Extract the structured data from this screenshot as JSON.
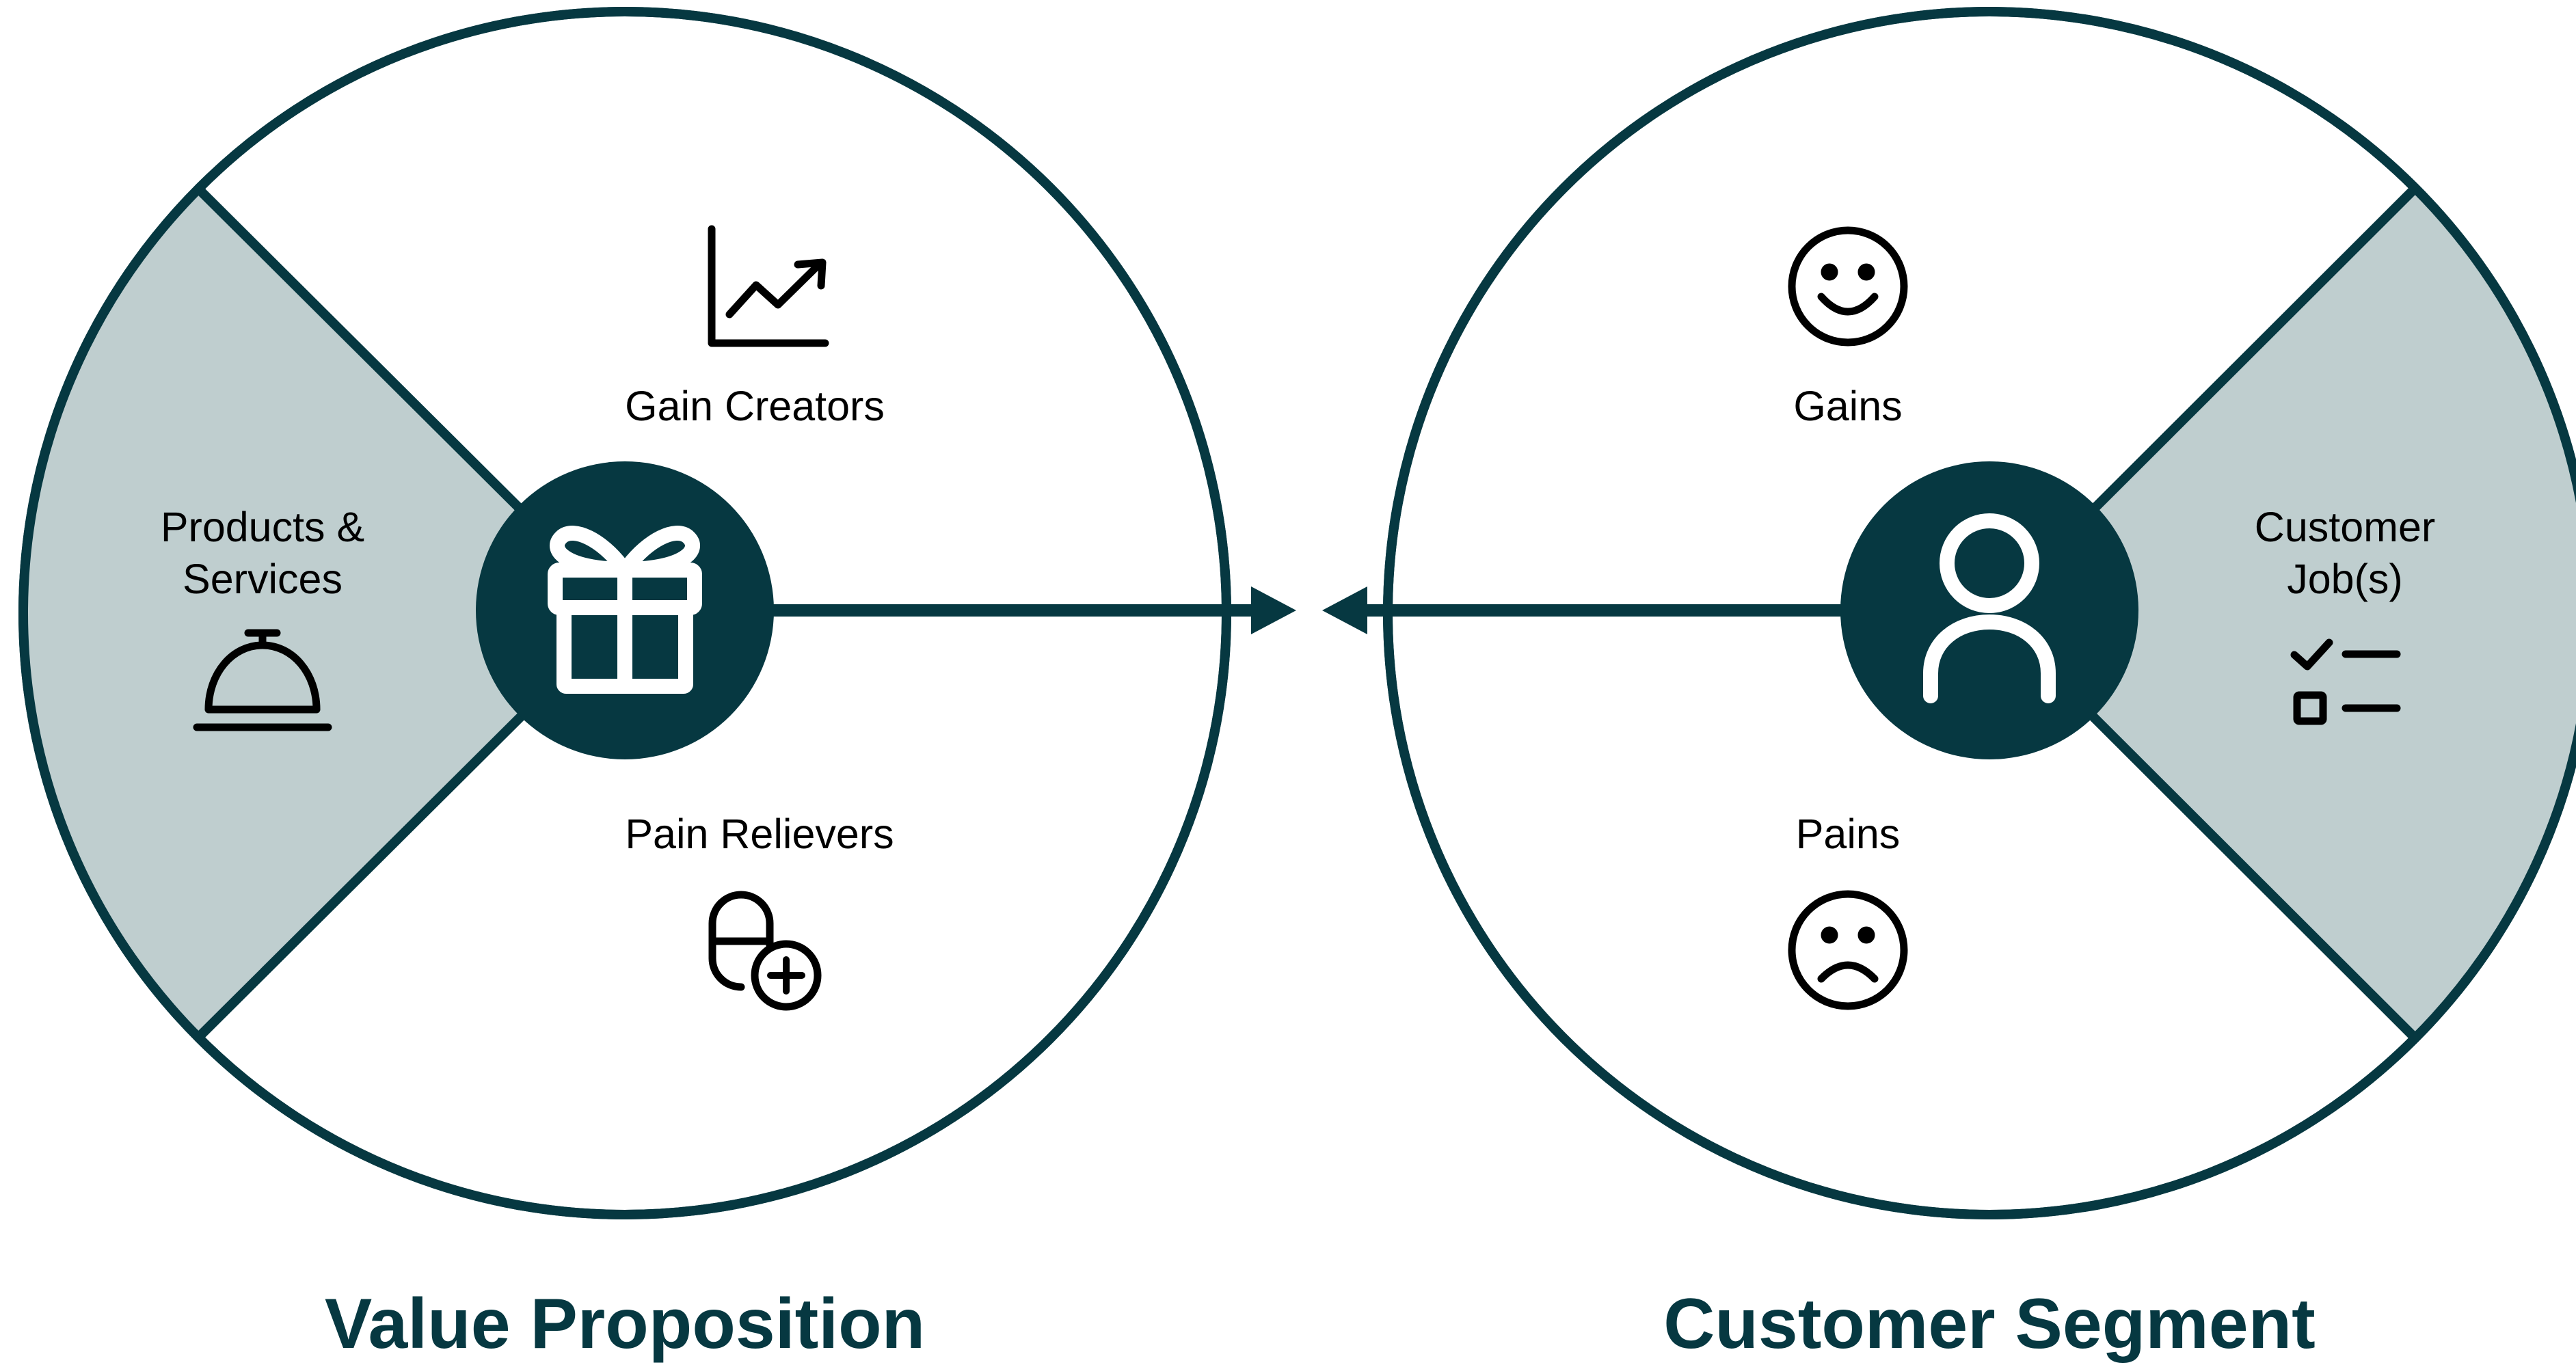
{
  "colors": {
    "primary": "#063841",
    "shaded": "#bfcecf",
    "background": "#ffffff",
    "icon": "#000000"
  },
  "value_proposition": {
    "title": "Value Proposition",
    "center_icon": "gift-icon",
    "segments": {
      "gain_creators": {
        "label": "Gain Creators",
        "icon": "trending-chart-icon"
      },
      "products_services": {
        "label_line1": "Products &",
        "label_line2": "Services",
        "icon": "service-bell-icon"
      },
      "pain_relievers": {
        "label": "Pain Relievers",
        "icon": "pill-plus-icon"
      }
    }
  },
  "customer_segment": {
    "title": "Customer Segment",
    "center_icon": "user-icon",
    "segments": {
      "gains": {
        "label": "Gains",
        "icon": "smiley-face-icon"
      },
      "customer_jobs": {
        "label_line1": "Customer",
        "label_line2": "Job(s)",
        "icon": "checklist-icon"
      },
      "pains": {
        "label": "Pains",
        "icon": "frown-face-icon"
      }
    }
  }
}
